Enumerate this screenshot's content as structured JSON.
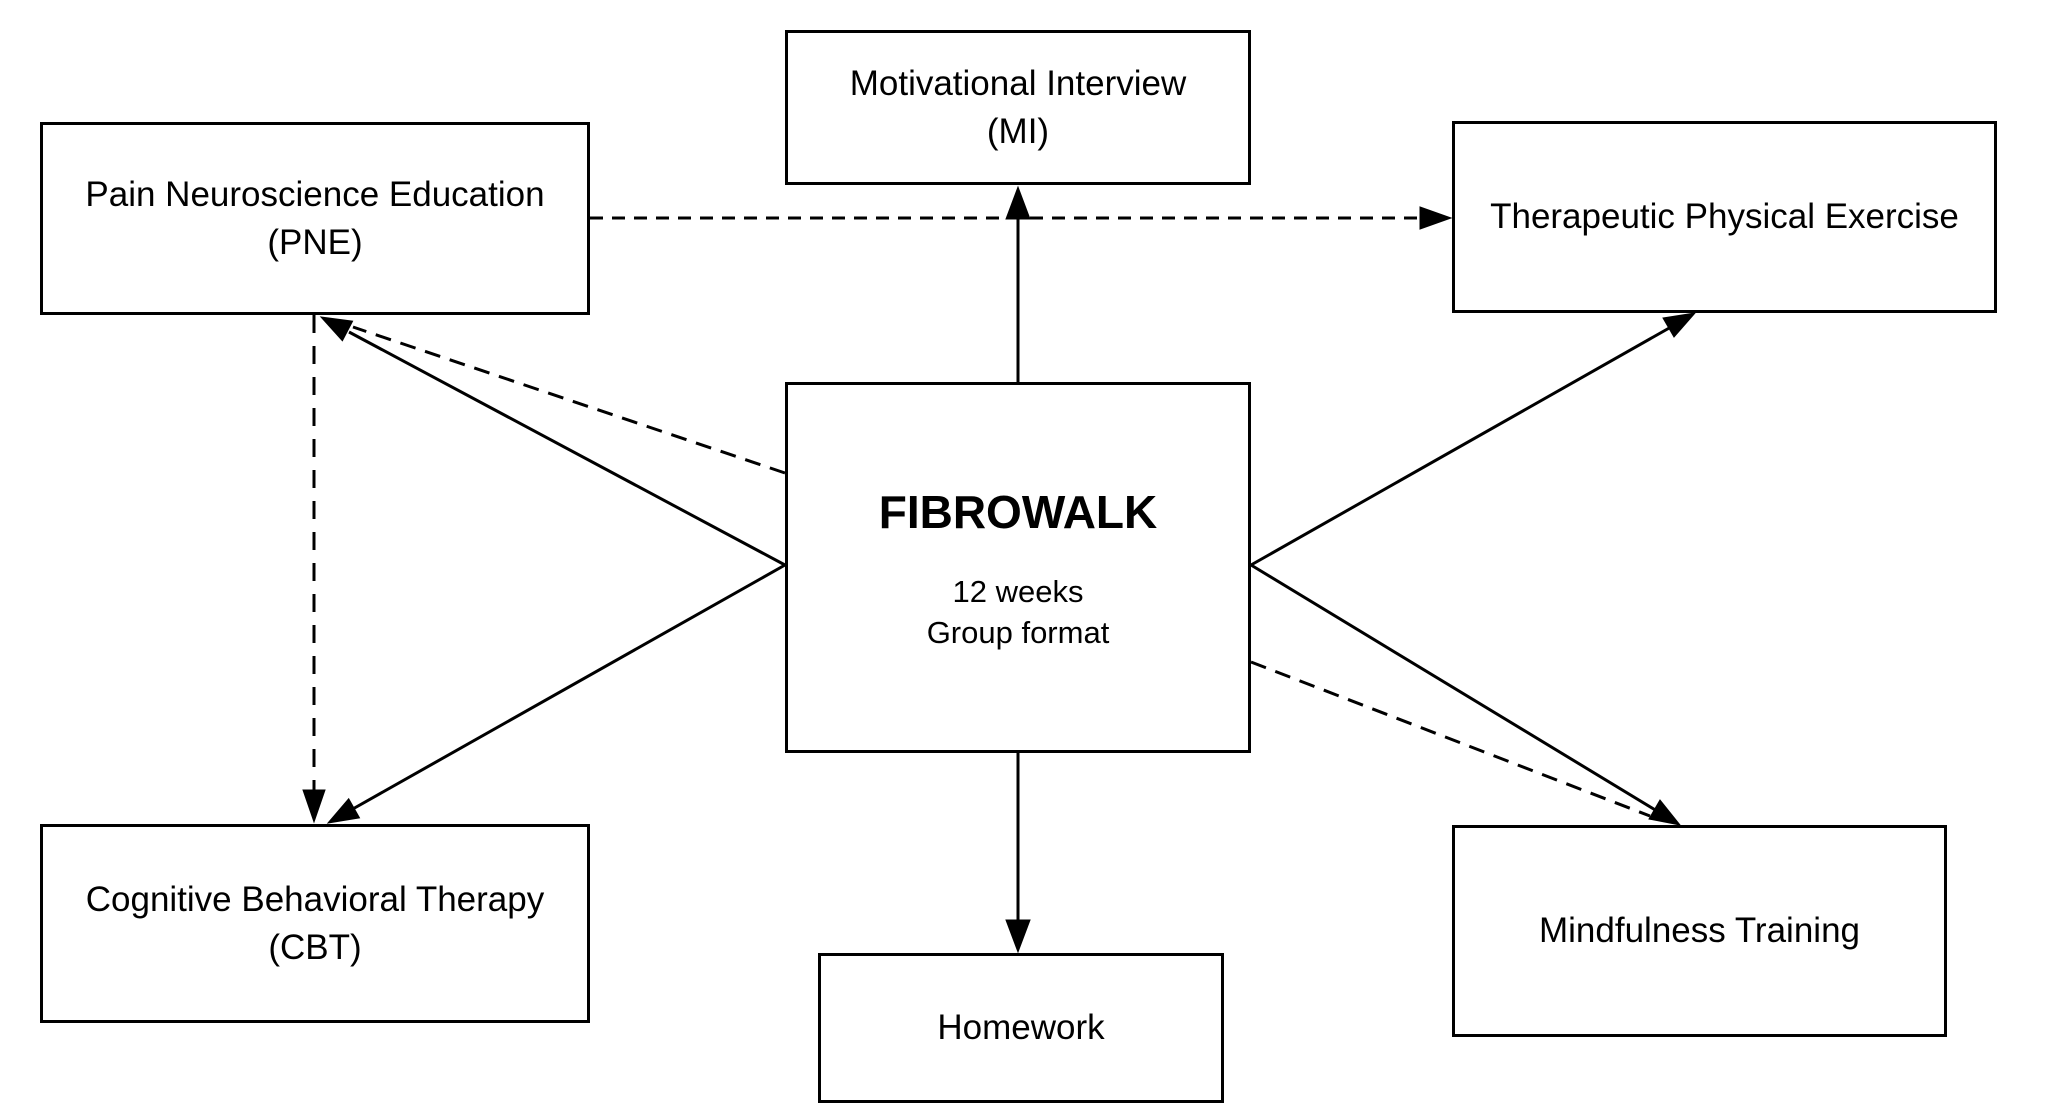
{
  "canvas": {
    "background_color": "#ffffff",
    "line_color": "#000000",
    "text_color": "#000000"
  },
  "nodes": {
    "pne": {
      "lines": [
        "Pain Neuroscience Education",
        "(PNE)"
      ]
    },
    "mi": {
      "lines": [
        "Motivational Interview",
        "(MI)"
      ]
    },
    "tpe": {
      "lines": [
        "Therapeutic Physical Exercise"
      ]
    },
    "fibrowalk": {
      "title": "FIBROWALK",
      "details": [
        "12 weeks",
        "Group format"
      ]
    },
    "cbt": {
      "lines": [
        "Cognitive Behavioral Therapy",
        "(CBT)"
      ]
    },
    "homework": {
      "lines": [
        "Homework"
      ]
    },
    "mindfulness": {
      "lines": [
        "Mindfulness Training"
      ]
    }
  },
  "edges": [
    {
      "from": "fibrowalk",
      "to": "motivational-interview",
      "style": "solid"
    },
    {
      "from": "fibrowalk",
      "to": "homework",
      "style": "solid"
    },
    {
      "from": "fibrowalk",
      "to": "pain-neuroscience-education",
      "style": "solid"
    },
    {
      "from": "fibrowalk",
      "to": "cognitive-behavioral-therapy",
      "style": "solid"
    },
    {
      "from": "fibrowalk",
      "to": "therapeutic-physical-exercise",
      "style": "solid"
    },
    {
      "from": "fibrowalk",
      "to": "mindfulness-training",
      "style": "solid"
    },
    {
      "from": "fibrowalk",
      "to": "pain-neuroscience-education",
      "style": "dashed"
    },
    {
      "from": "fibrowalk",
      "to": "mindfulness-training",
      "style": "dashed"
    },
    {
      "from": "pain-neuroscience-education",
      "to": "therapeutic-physical-exercise",
      "style": "dashed"
    },
    {
      "from": "pain-neuroscience-education",
      "to": "cognitive-behavioral-therapy",
      "style": "dashed"
    }
  ]
}
